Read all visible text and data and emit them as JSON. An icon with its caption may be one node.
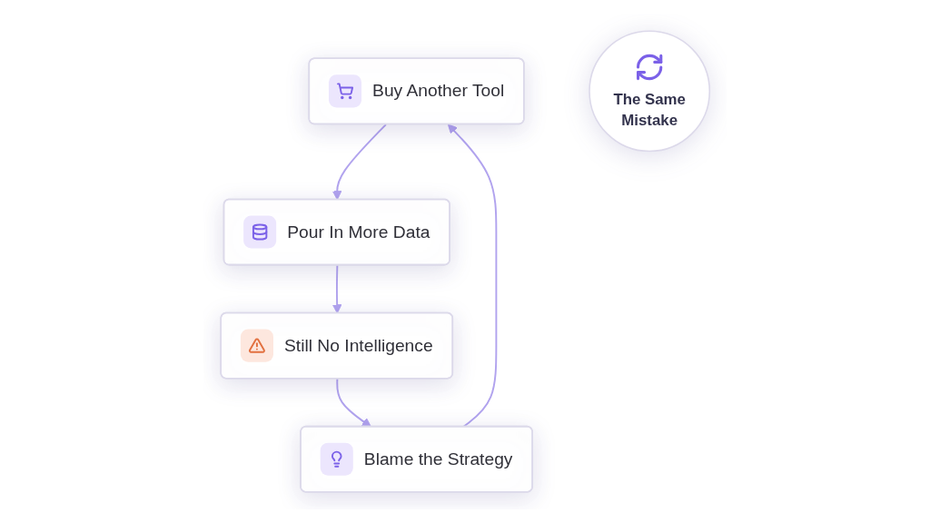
{
  "diagram": {
    "nodes": [
      {
        "text": [
          "Buy Another Tool"
        ]
      },
      {
        "text": [
          "Blame the Strategy"
        ]
      },
      {
        "text": [
          "The Same Mistake"
        ]
      },
      {
        "text": [
          "Pour In More Data"
        ]
      },
      {
        "text": [
          "Still No Intelligence"
        ]
      }
    ],
    "edges": [
      {
        "from": 0,
        "to": 3,
        "arrow": "to"
      },
      {
        "from": 3,
        "to": 4,
        "arrow": "to"
      },
      {
        "from": 4,
        "to": 1,
        "arrow": "to"
      },
      {
        "from": 1,
        "to": 0,
        "arrow": "to"
      }
    ]
  }
}
